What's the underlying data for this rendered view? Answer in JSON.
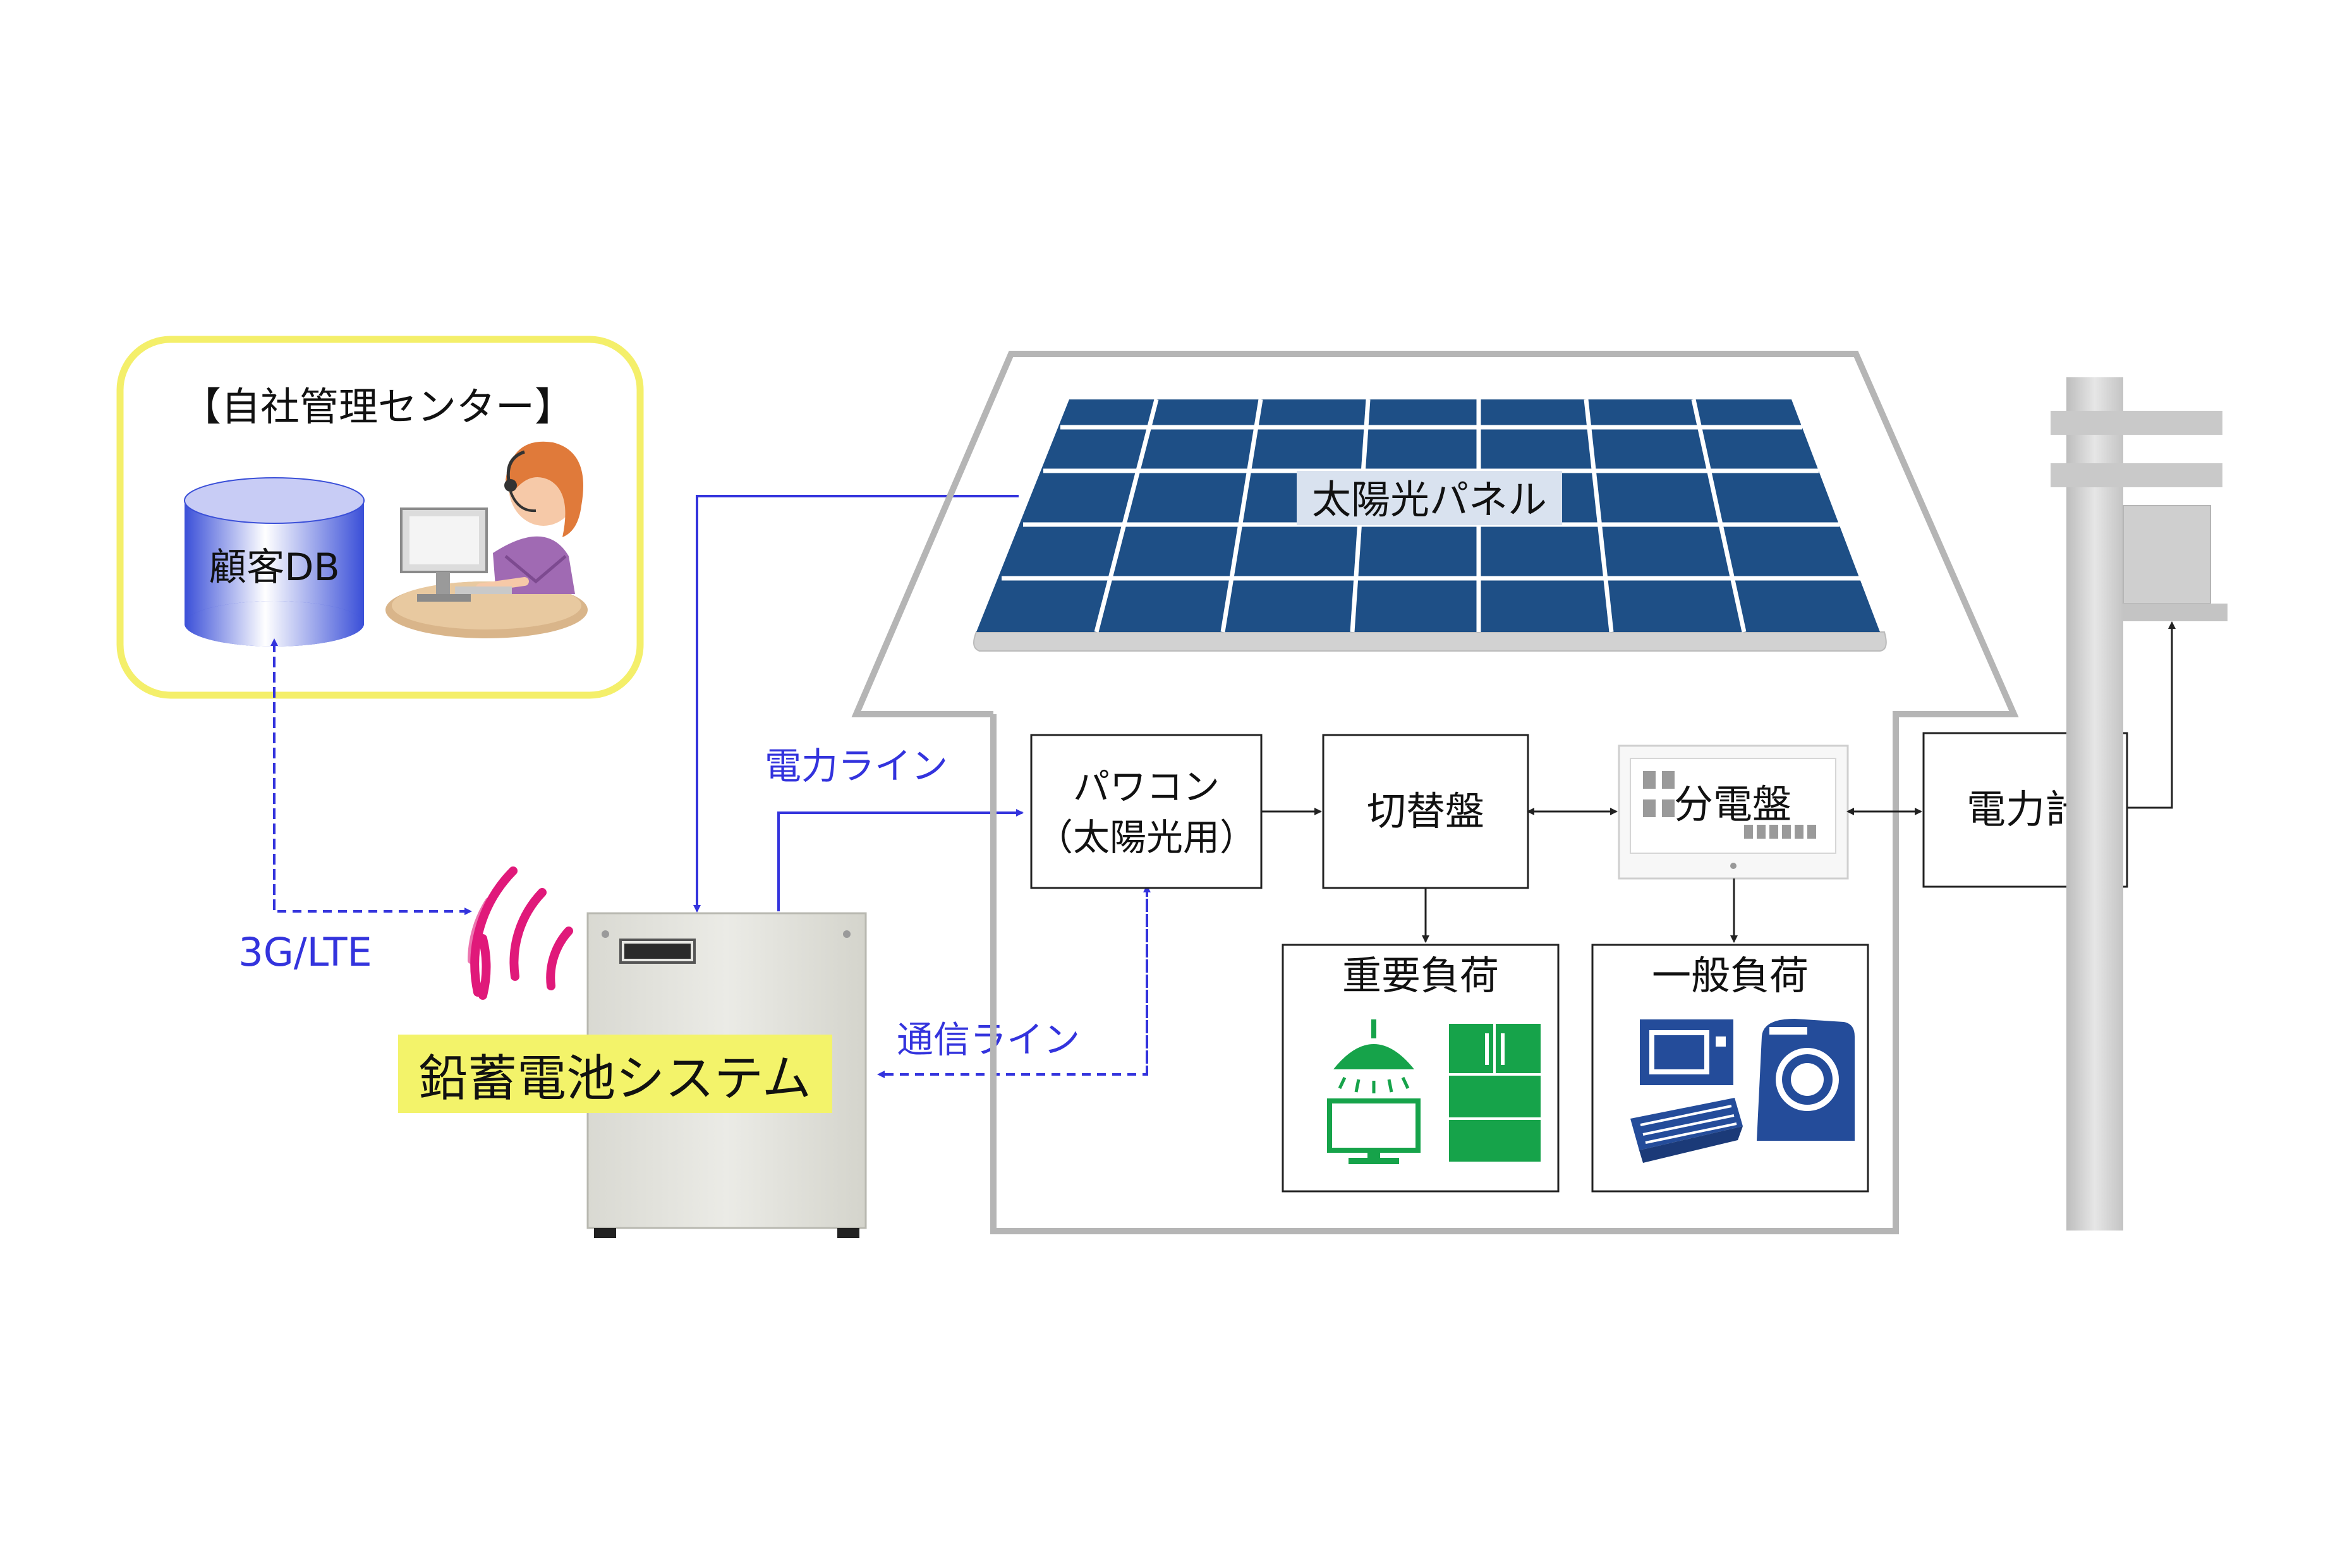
{
  "management_center": {
    "title": "【自社管理センター】",
    "db_label": "顧客DB"
  },
  "battery_system": {
    "label": "鉛蓄電池システム"
  },
  "links": {
    "wireless": "3G/LTE",
    "power_line": "電力ライン",
    "comm_line": "通信ライン"
  },
  "house": {
    "solar_panel": "太陽光パネル",
    "pcs_line1": "パワコン",
    "pcs_line2": "（太陽光用）",
    "switchboard": "切替盤",
    "distribution_board": "分電盤",
    "power_meter": "電力計",
    "critical_load": "重要負荷",
    "general_load": "一般負荷"
  },
  "colors": {
    "center_border": "#f4ef6a",
    "link_blue": "#3333dd",
    "panel_blue": "#1e4f86",
    "battery_label_bg": "#f3f36a",
    "wireless_magenta": "#e0197a",
    "appliance_green": "#16a34a",
    "appliance_blue": "#244c9a"
  },
  "icons": {
    "database": "database-cylinder-icon",
    "operator": "call-center-operator-icon",
    "wireless": "wireless-signal-icon",
    "battery": "battery-cabinet-icon",
    "ceiling_light": "ceiling-light-icon",
    "refrigerator": "refrigerator-icon",
    "television": "television-icon",
    "microwave": "microwave-icon",
    "air_conditioner": "air-conditioner-icon",
    "washing_machine": "washing-machine-icon",
    "utility_pole": "utility-pole-icon"
  }
}
